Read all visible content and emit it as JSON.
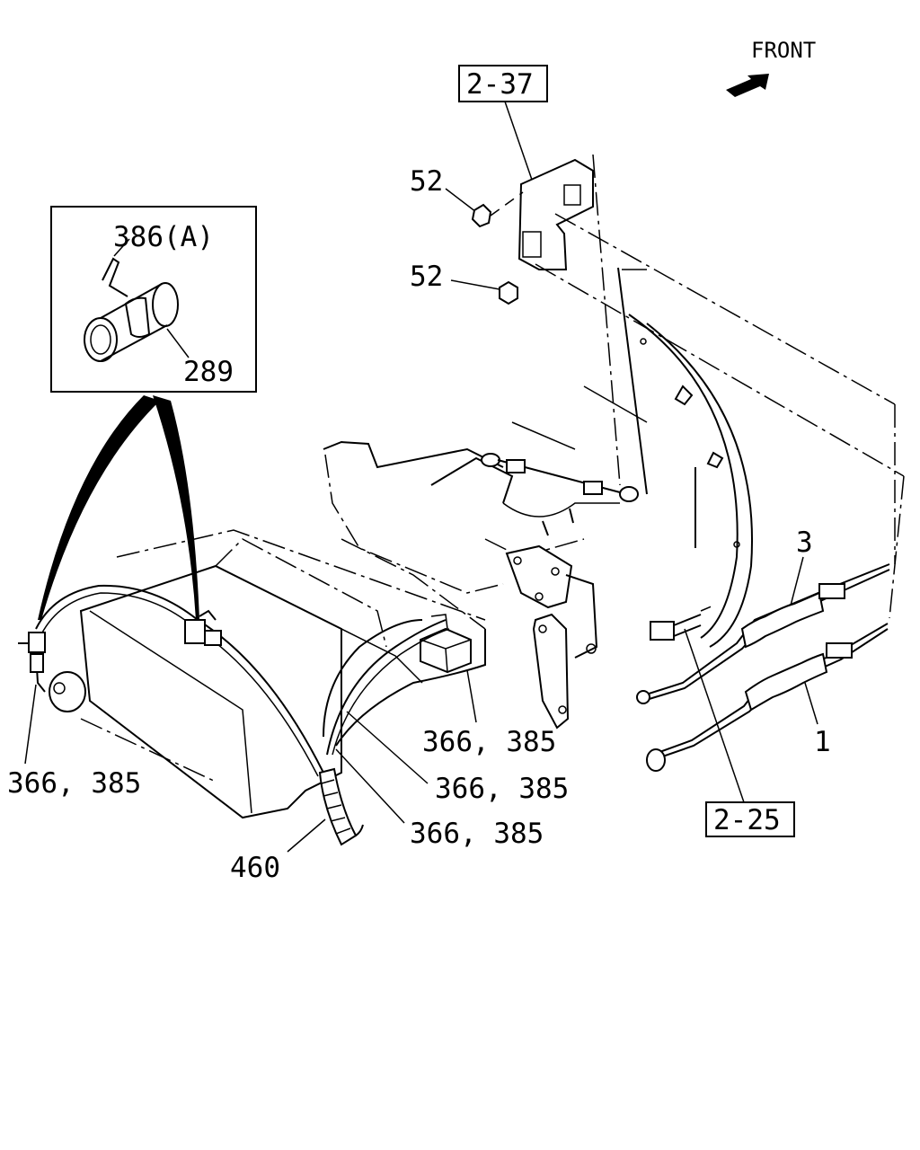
{
  "front_label": "FRONT",
  "ref_boxes": {
    "top": "2-37",
    "bottom": "2-25"
  },
  "callouts": {
    "nut_upper": "52",
    "nut_lower": "52",
    "inset_clip": "386(A)",
    "inset_hose": "289",
    "cable_upper": "3",
    "cable_lower": "1",
    "clip_left": "366, 385",
    "clip_center": "366, 385",
    "clip_mid": "366, 385",
    "clip_bottom": "366, 385",
    "protector": "460"
  }
}
